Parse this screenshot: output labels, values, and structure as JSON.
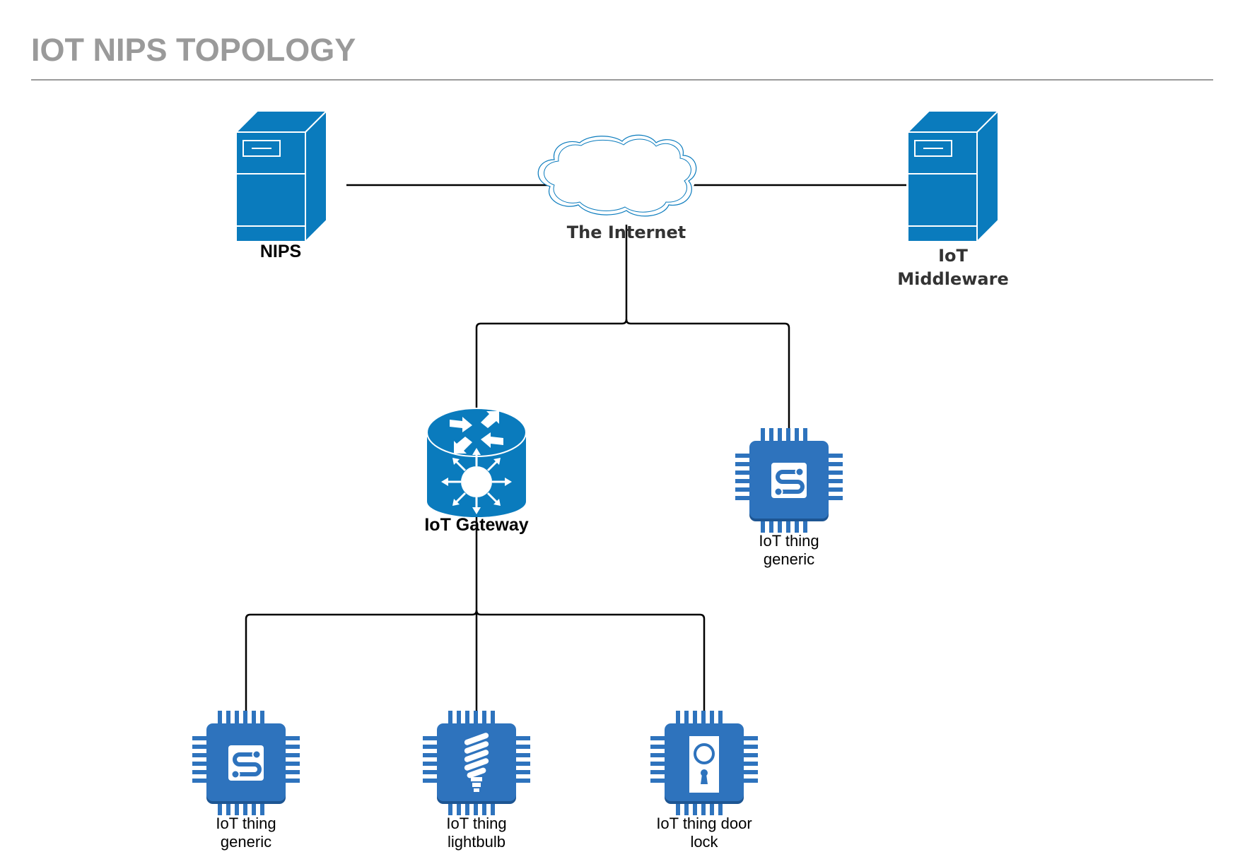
{
  "title": "IOT NIPS TOPOLOGY",
  "colors": {
    "title": "#9a9a9a",
    "rule": "#9a9a9a",
    "server_blue": "#0a7bbd",
    "chip_blue": "#2e73bd",
    "cloud_stroke": "#0a7bbd",
    "line": "#000000"
  },
  "nodes": {
    "nips": {
      "label": "NIPS",
      "icon": "server-icon"
    },
    "internet": {
      "label": "The Internet",
      "icon": "cloud-icon"
    },
    "middleware": {
      "label_line1": "IoT",
      "label_line2": "Middleware",
      "icon": "server-icon"
    },
    "gateway": {
      "label": "IoT Gateway",
      "icon": "router-icon"
    },
    "thing_generic_top": {
      "label_line1": "IoT thing",
      "label_line2": "generic",
      "icon": "chip-generic-icon"
    },
    "thing_generic_bottom": {
      "label_line1": "IoT thing",
      "label_line2": "generic",
      "icon": "chip-generic-icon"
    },
    "thing_lightbulb": {
      "label_line1": "IoT thing",
      "label_line2": "lightbulb",
      "icon": "chip-lightbulb-icon"
    },
    "thing_doorlock": {
      "label_line1": "IoT thing door",
      "label_line2": "lock",
      "icon": "chip-doorlock-icon"
    }
  }
}
